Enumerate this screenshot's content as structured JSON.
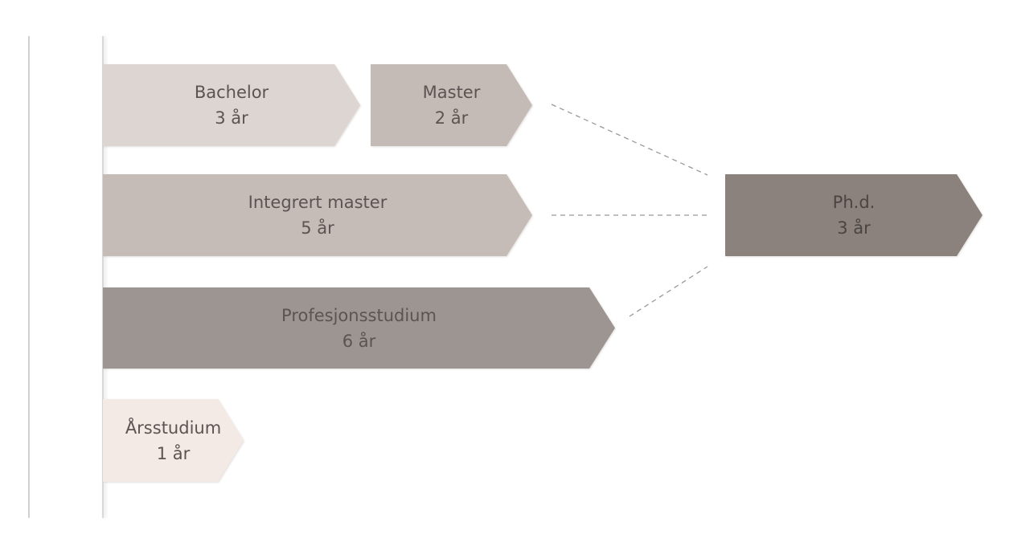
{
  "programs": {
    "bachelor": {
      "name": "Bachelor",
      "duration": "3 år",
      "color": "#ddd5d1"
    },
    "master": {
      "name": "Master",
      "duration": "2 år",
      "color": "#c5bbb6"
    },
    "integrated_master": {
      "name": "Integrert master",
      "duration": "5 år",
      "color": "#c5bcb7"
    },
    "professional": {
      "name": "Profesjonsstudium",
      "duration": "6 år",
      "color": "#9d9591"
    },
    "one_year": {
      "name": "Årsstudium",
      "duration": "1 år",
      "color": "#f3e9e5"
    },
    "phd": {
      "name": "Ph.d.",
      "duration": "3 år",
      "color": "#8b827d"
    }
  }
}
